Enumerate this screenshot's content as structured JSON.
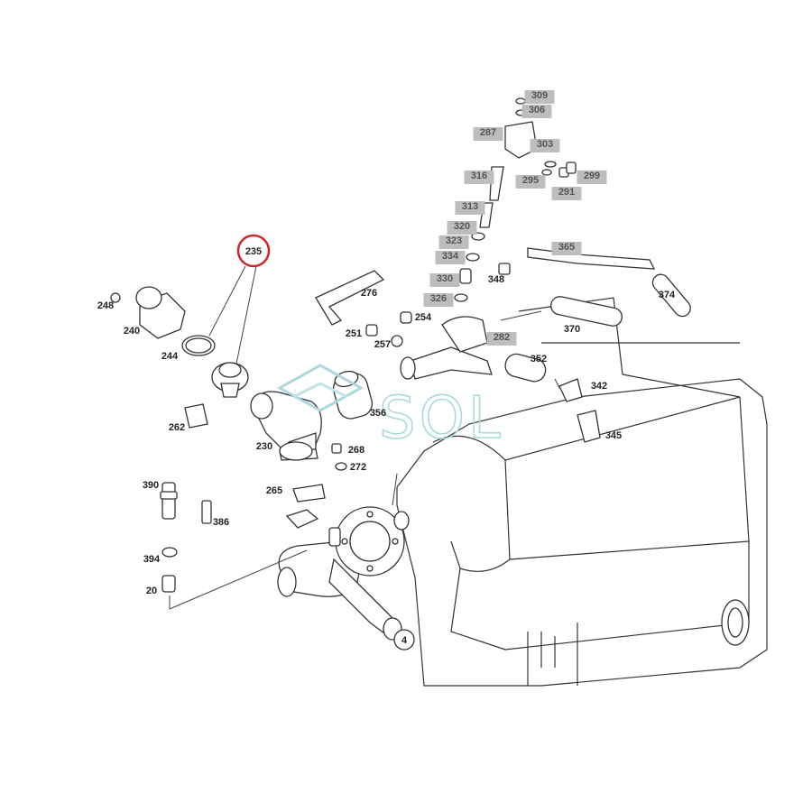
{
  "callout": {
    "part": "235"
  },
  "watermark": {
    "text": "SOL"
  },
  "parts": [
    {
      "id": "309",
      "highlight": true
    },
    {
      "id": "306",
      "highlight": true
    },
    {
      "id": "287",
      "highlight": true
    },
    {
      "id": "303",
      "highlight": true
    },
    {
      "id": "316",
      "highlight": true
    },
    {
      "id": "295",
      "highlight": true
    },
    {
      "id": "299",
      "highlight": true
    },
    {
      "id": "291",
      "highlight": true
    },
    {
      "id": "313",
      "highlight": true
    },
    {
      "id": "320",
      "highlight": true
    },
    {
      "id": "323",
      "highlight": true
    },
    {
      "id": "334",
      "highlight": true
    },
    {
      "id": "330",
      "highlight": true
    },
    {
      "id": "326",
      "highlight": true
    },
    {
      "id": "282",
      "highlight": true
    },
    {
      "id": "365",
      "highlight": true
    },
    {
      "id": "348",
      "highlight": false
    },
    {
      "id": "374",
      "highlight": false
    },
    {
      "id": "276",
      "highlight": false
    },
    {
      "id": "248",
      "highlight": false
    },
    {
      "id": "240",
      "highlight": false
    },
    {
      "id": "244",
      "highlight": false
    },
    {
      "id": "254",
      "highlight": false
    },
    {
      "id": "251",
      "highlight": false
    },
    {
      "id": "257",
      "highlight": false
    },
    {
      "id": "370",
      "highlight": false
    },
    {
      "id": "352",
      "highlight": false
    },
    {
      "id": "342",
      "highlight": false
    },
    {
      "id": "345",
      "highlight": false
    },
    {
      "id": "356",
      "highlight": false
    },
    {
      "id": "262",
      "highlight": false
    },
    {
      "id": "230",
      "highlight": false
    },
    {
      "id": "268",
      "highlight": false
    },
    {
      "id": "272",
      "highlight": false
    },
    {
      "id": "390",
      "highlight": false
    },
    {
      "id": "265",
      "highlight": false
    },
    {
      "id": "386",
      "highlight": false
    },
    {
      "id": "394",
      "highlight": false
    },
    {
      "id": "20",
      "highlight": false
    },
    {
      "id": "4",
      "highlight": false
    }
  ]
}
